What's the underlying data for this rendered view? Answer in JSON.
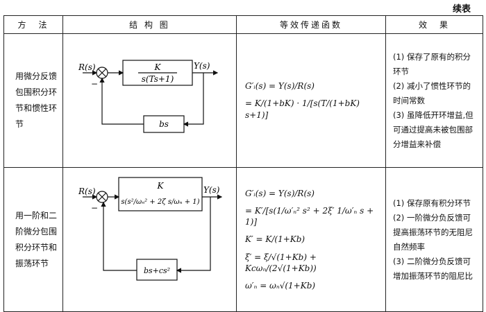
{
  "continued_label": "续表",
  "headers": [
    "方　法",
    "结 构 图",
    "等效传递函数",
    "效　果"
  ],
  "rows": [
    {
      "method": "用微分反馈包围积分环节和惯性环节",
      "diagram": {
        "input": "R(s)",
        "output": "Y(s)",
        "forward_num": "K",
        "forward_den": "s(Ts+1)",
        "feedback": "bs",
        "sign": "−"
      },
      "formulas": [
        "G′ᵢ(s) = Y(s)/R(s)",
        "= K/(1+bK) · 1/[s(T/(1+bK) s+1)]"
      ],
      "effects": [
        "(1) 保存了原有的积分环节",
        "(2) 减小了惯性环节的时间常数",
        "(3) 虽降低开环增益,但可通过提高未被包围部分增益来补偿"
      ]
    },
    {
      "method": "用一阶和二阶微分包围积分环节和振荡环节",
      "diagram": {
        "input": "R(s)",
        "output": "Y(s)",
        "forward_num": "K",
        "forward_den": "s(s²/ωₙ² + 2ζ s/ωₙ + 1)",
        "feedback": "bs+cs²",
        "sign": "−"
      },
      "formulas": [
        "G′ᵢ(s) = Y(s)/R(s)",
        "= K′/[s(1/ω′ₙ² s² + 2ξ′ 1/ω′ₙ s + 1)]",
        "K′ = K/(1+Kb)",
        "ξ′ = ξ/√(1+Kb) + Kcωₙ/(2√(1+Kb))",
        "ω′ₙ = ωₙ√(1+Kb)"
      ],
      "effects": [
        "(1) 保存原有积分环节",
        "(2) 一阶微分负反馈可提高振荡环节的无阻尼自然频率",
        "(3) 二阶微分负反馈可增加振荡环节的阻尼比"
      ]
    }
  ]
}
